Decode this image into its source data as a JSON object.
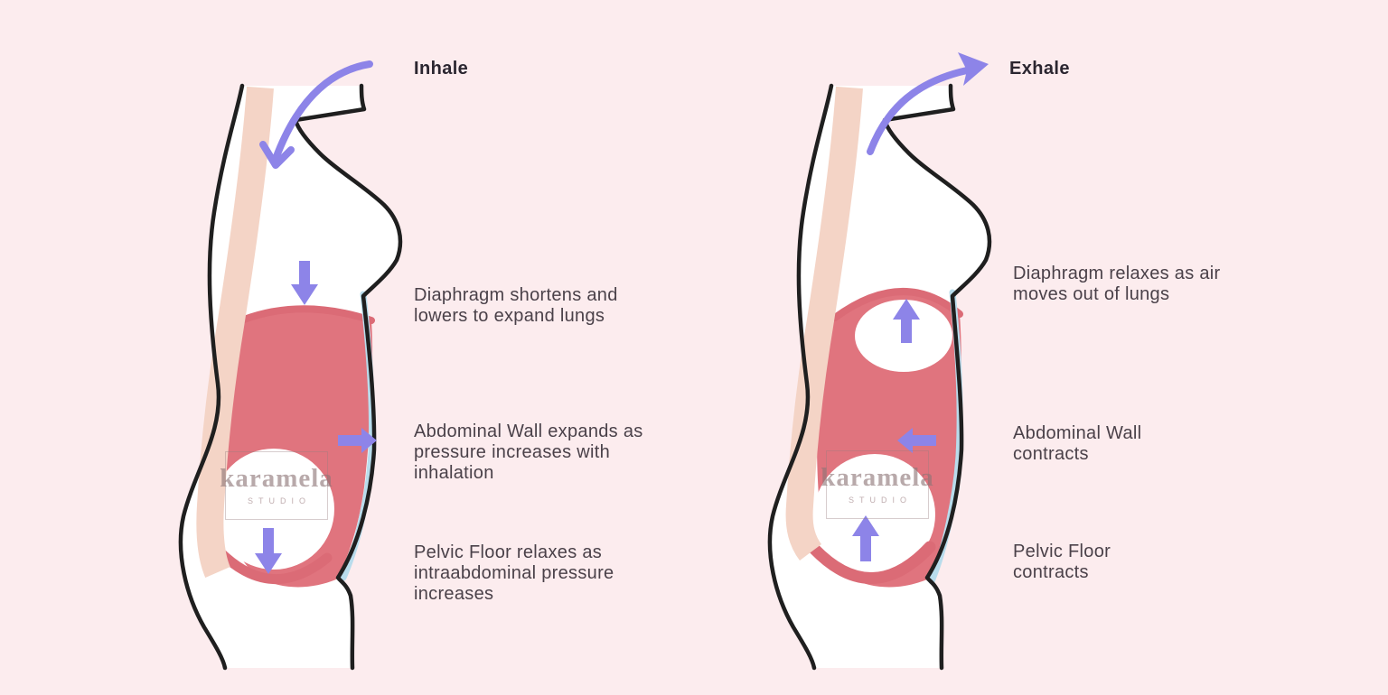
{
  "colors": {
    "canvas_bg": "#fcecee",
    "body": "#ffffff",
    "outline": "#1f1f1f",
    "muscle_red": "#e0747e",
    "rim_red": "#db6b76",
    "spine_peach": "#f4d4c6",
    "abdominal_blue": "#b8dcec",
    "arrow_purple": "#8d84e8",
    "title_text": "#2b2630",
    "label_text": "#4a4149",
    "watermark_text": "#8d7476"
  },
  "panels": [
    {
      "title": "Inhale",
      "labels": [
        {
          "text": "Diaphragm shortens and\nlowers to expand lungs"
        },
        {
          "text": "Abdominal Wall expands as\npressure increases with\ninhalation"
        },
        {
          "text": "Pelvic Floor relaxes as\nintraabdominal pressure\nincreases"
        }
      ]
    },
    {
      "title": "Exhale",
      "labels": [
        {
          "text": "Diaphragm relaxes as air\nmoves out of lungs"
        },
        {
          "text": "Abdominal Wall\ncontracts"
        },
        {
          "text": "Pelvic Floor\ncontracts"
        }
      ]
    }
  ],
  "watermark": {
    "brand": "karamela",
    "subtitle": "STUDIO"
  }
}
